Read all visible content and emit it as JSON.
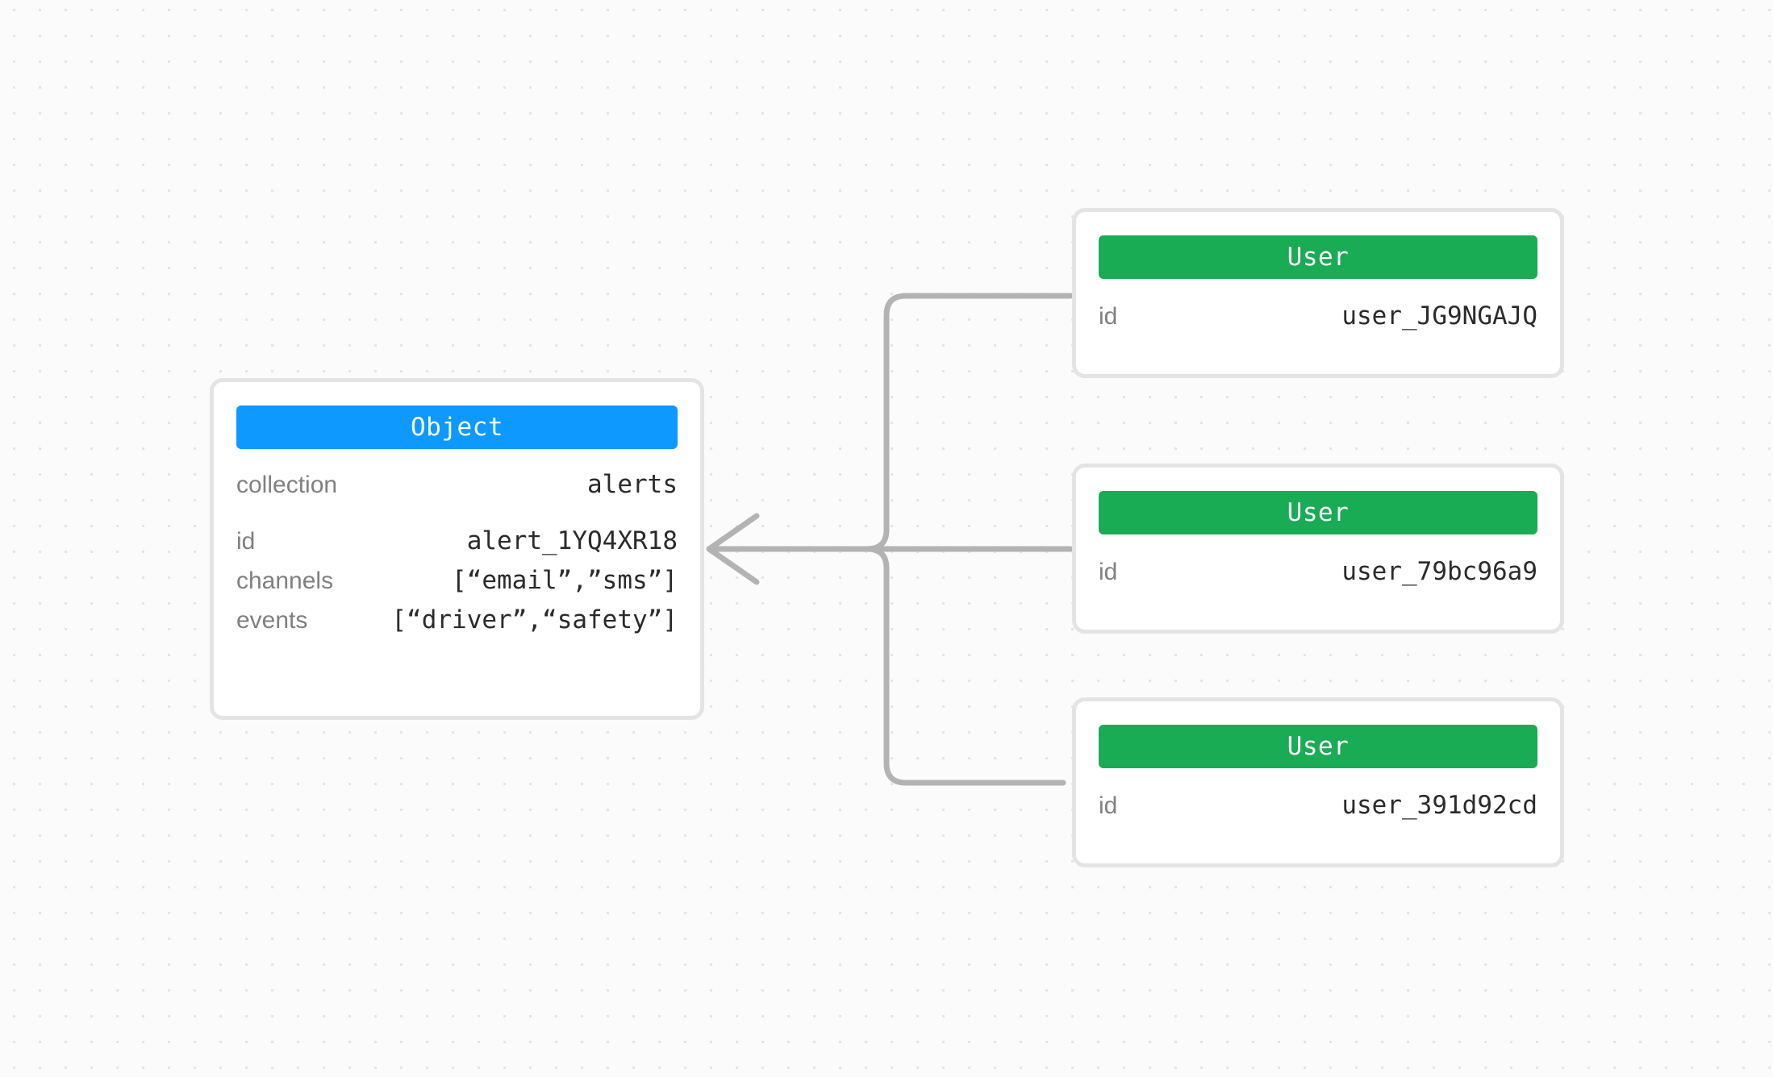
{
  "canvas": {
    "background_color": "#fbfbfb",
    "dot_grid_color": "#e3e3e3",
    "edge_color": "#b3b3b3"
  },
  "object_node": {
    "type_label": "Object",
    "accent_color": "#0d99ff",
    "fields": [
      {
        "label": "collection",
        "value": "alerts"
      },
      {
        "label": "id",
        "value": "alert_1YQ4XR18"
      },
      {
        "label": "channels",
        "value": "[“email”,”sms”]"
      },
      {
        "label": "events",
        "value": "[“driver”,“safety”]"
      }
    ]
  },
  "user_nodes": [
    {
      "type_label": "User",
      "accent_color": "#1aab55",
      "fields": [
        {
          "label": "id",
          "value": "user_JG9NGAJQ"
        }
      ]
    },
    {
      "type_label": "User",
      "accent_color": "#1aab55",
      "fields": [
        {
          "label": "id",
          "value": "user_79bc96a9"
        }
      ]
    },
    {
      "type_label": "User",
      "accent_color": "#1aab55",
      "fields": [
        {
          "label": "id",
          "value": "user_391d92cd"
        }
      ]
    }
  ],
  "edges": [
    {
      "from": "user-card-1",
      "to": "object-card"
    },
    {
      "from": "user-card-2",
      "to": "object-card"
    },
    {
      "from": "user-card-3",
      "to": "object-card"
    }
  ]
}
